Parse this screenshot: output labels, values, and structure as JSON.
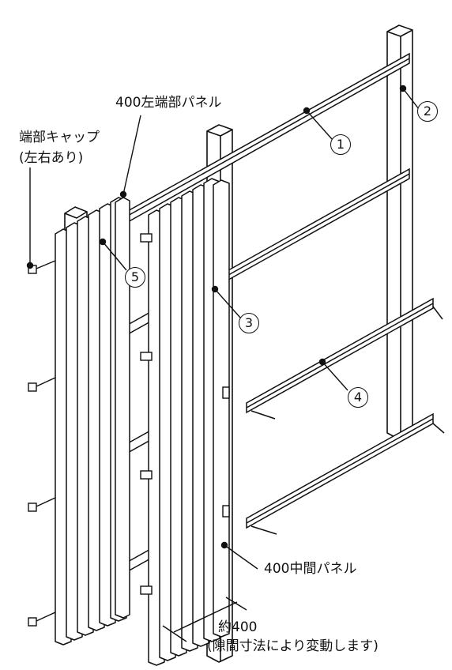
{
  "labels": {
    "end_panel": "400左端部パネル",
    "end_cap_line1": "端部キャップ",
    "end_cap_line2": "(左右あり)",
    "middle_panel": "400中間パネル",
    "dimension_value": "約400",
    "dimension_note": "(隙間寸法により変動します)"
  },
  "callouts": [
    "1",
    "2",
    "3",
    "4",
    "5"
  ],
  "colors": {
    "line": "#111111",
    "fill": "#ffffff"
  }
}
